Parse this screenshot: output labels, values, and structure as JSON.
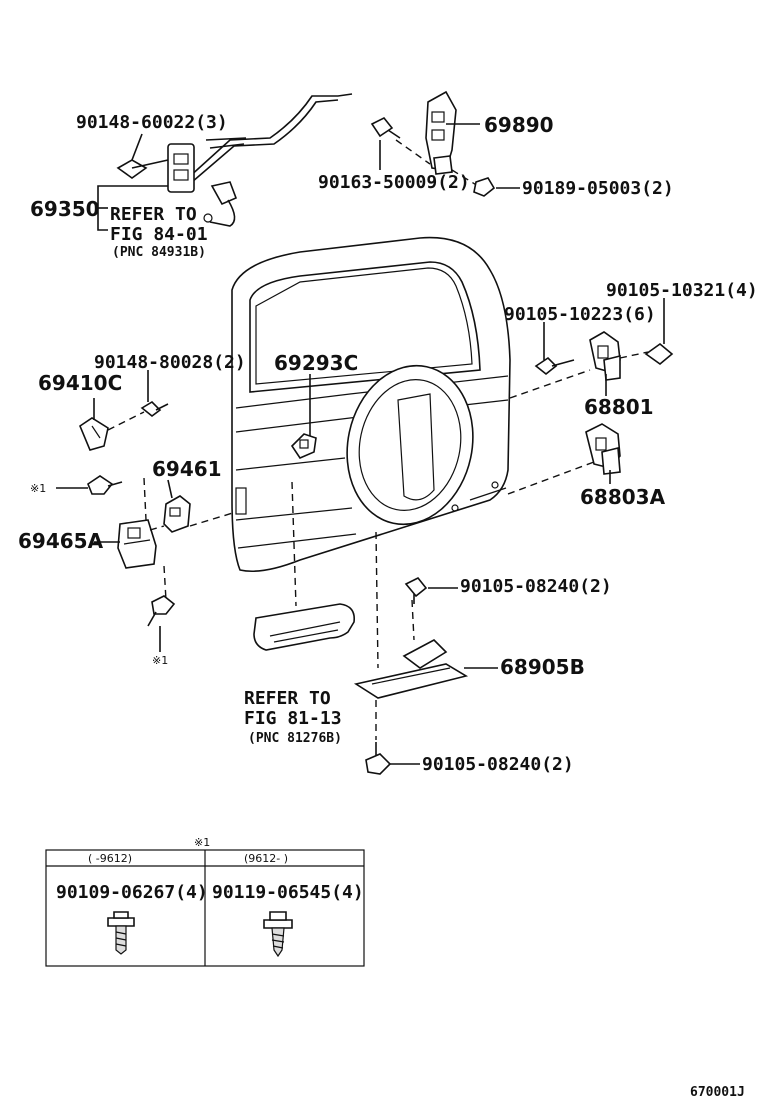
{
  "labels": {
    "p_90148_60022": "90148-60022(3)",
    "p_69890": "69890",
    "p_90163_50009": "90163-50009(2)",
    "p_90189_05003": "90189-05003(2)",
    "p_69350": "69350",
    "refer_84_line1": "REFER TO",
    "refer_84_line2": "FIG 84-01",
    "refer_84_pnc": "(PNC 84931B)",
    "p_90105_10321": "90105-10321(4)",
    "p_90105_10223": "90105-10223(6)",
    "p_90148_80028": "90148-80028(2)",
    "p_69293C": "69293C",
    "p_69410C": "69410C",
    "p_68801": "68801",
    "p_69461": "69461",
    "mark_top": "※1",
    "p_68803A": "68803A",
    "p_69465A": "69465A",
    "p_90105_08240_top": "90105-08240(2)",
    "p_68905B": "68905B",
    "mark_bottom": "※1",
    "refer_81_line1": "REFER TO",
    "refer_81_line2": "FIG 81-13",
    "refer_81_pnc": "(PNC 81276B)",
    "p_90105_08240_bottom": "90105-08240(2)"
  },
  "table": {
    "mark": "※1",
    "headers": [
      "(    -9612)",
      "(9612-    )"
    ],
    "parts": [
      "90109-06267(4)",
      "90119-06545(4)"
    ]
  },
  "figure_code": "670001J"
}
